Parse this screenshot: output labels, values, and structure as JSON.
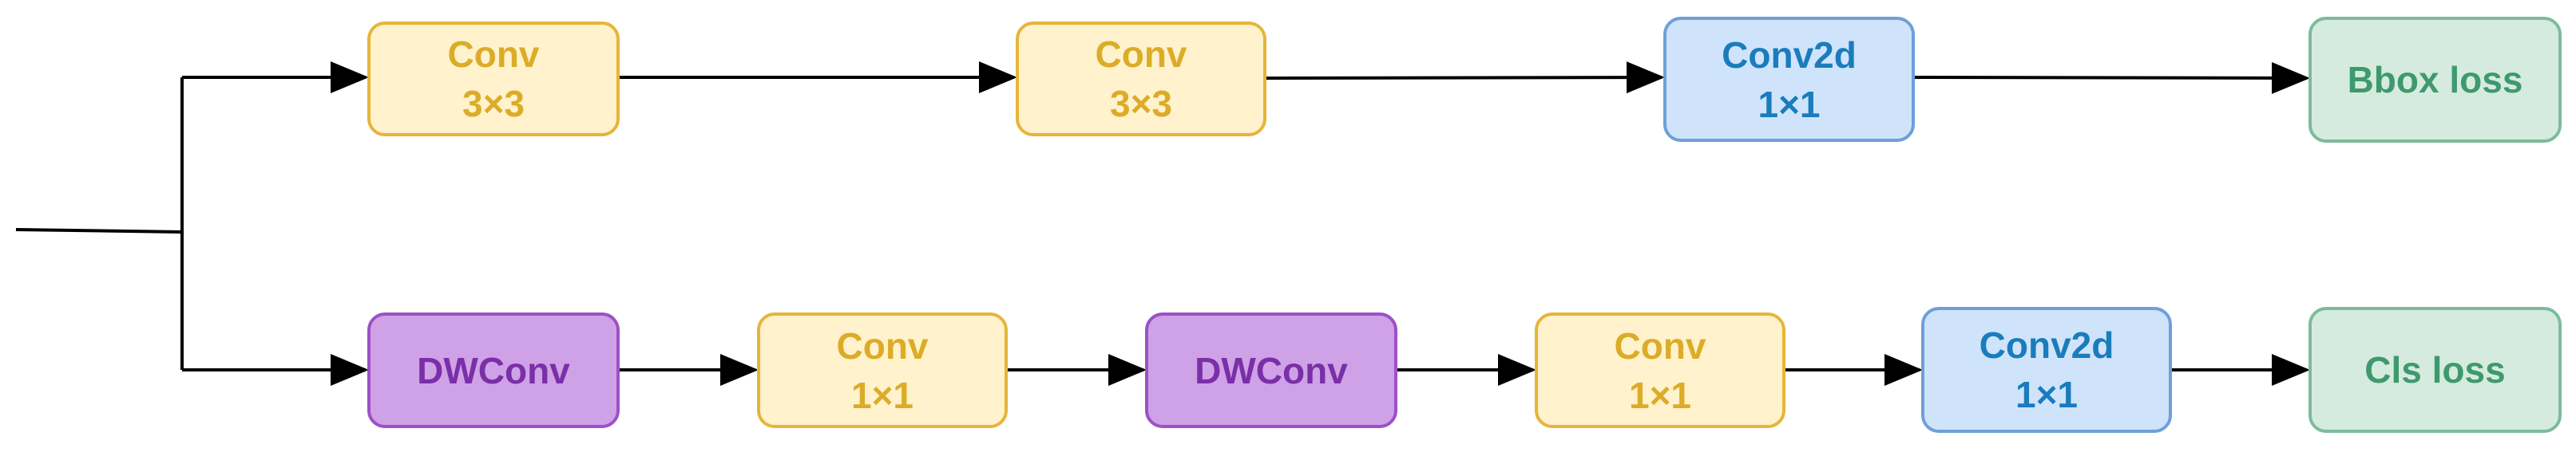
{
  "colors": {
    "yellow_fill": "#fff2cc",
    "yellow_border": "#e5b53a",
    "yellow_text": "#dcac28",
    "blue_fill": "#cfe4fa",
    "blue_border": "#6f9fd8",
    "blue_text": "#1a7cbc",
    "purple_fill": "#cfa1e6",
    "purple_border": "#9c51c6",
    "purple_text": "#7a2fa8",
    "green_fill": "#d6ebe0",
    "green_border": "#7dbb9b",
    "green_text": "#3e9a6d",
    "arrow": "#000000"
  },
  "top_branch": {
    "conv_a": {
      "title": "Conv",
      "kernel": "3×3"
    },
    "conv_b": {
      "title": "Conv",
      "kernel": "3×3"
    },
    "conv2d": {
      "title": "Conv2d",
      "kernel": "1×1"
    },
    "loss": {
      "title": "Bbox loss"
    }
  },
  "bottom_branch": {
    "dwconv_a": {
      "title": "DWConv"
    },
    "conv_a": {
      "title": "Conv",
      "kernel": "1×1"
    },
    "dwconv_b": {
      "title": "DWConv"
    },
    "conv_b": {
      "title": "Conv",
      "kernel": "1×1"
    },
    "conv2d": {
      "title": "Conv2d",
      "kernel": "1×1"
    },
    "loss": {
      "title": "Cls loss"
    }
  }
}
